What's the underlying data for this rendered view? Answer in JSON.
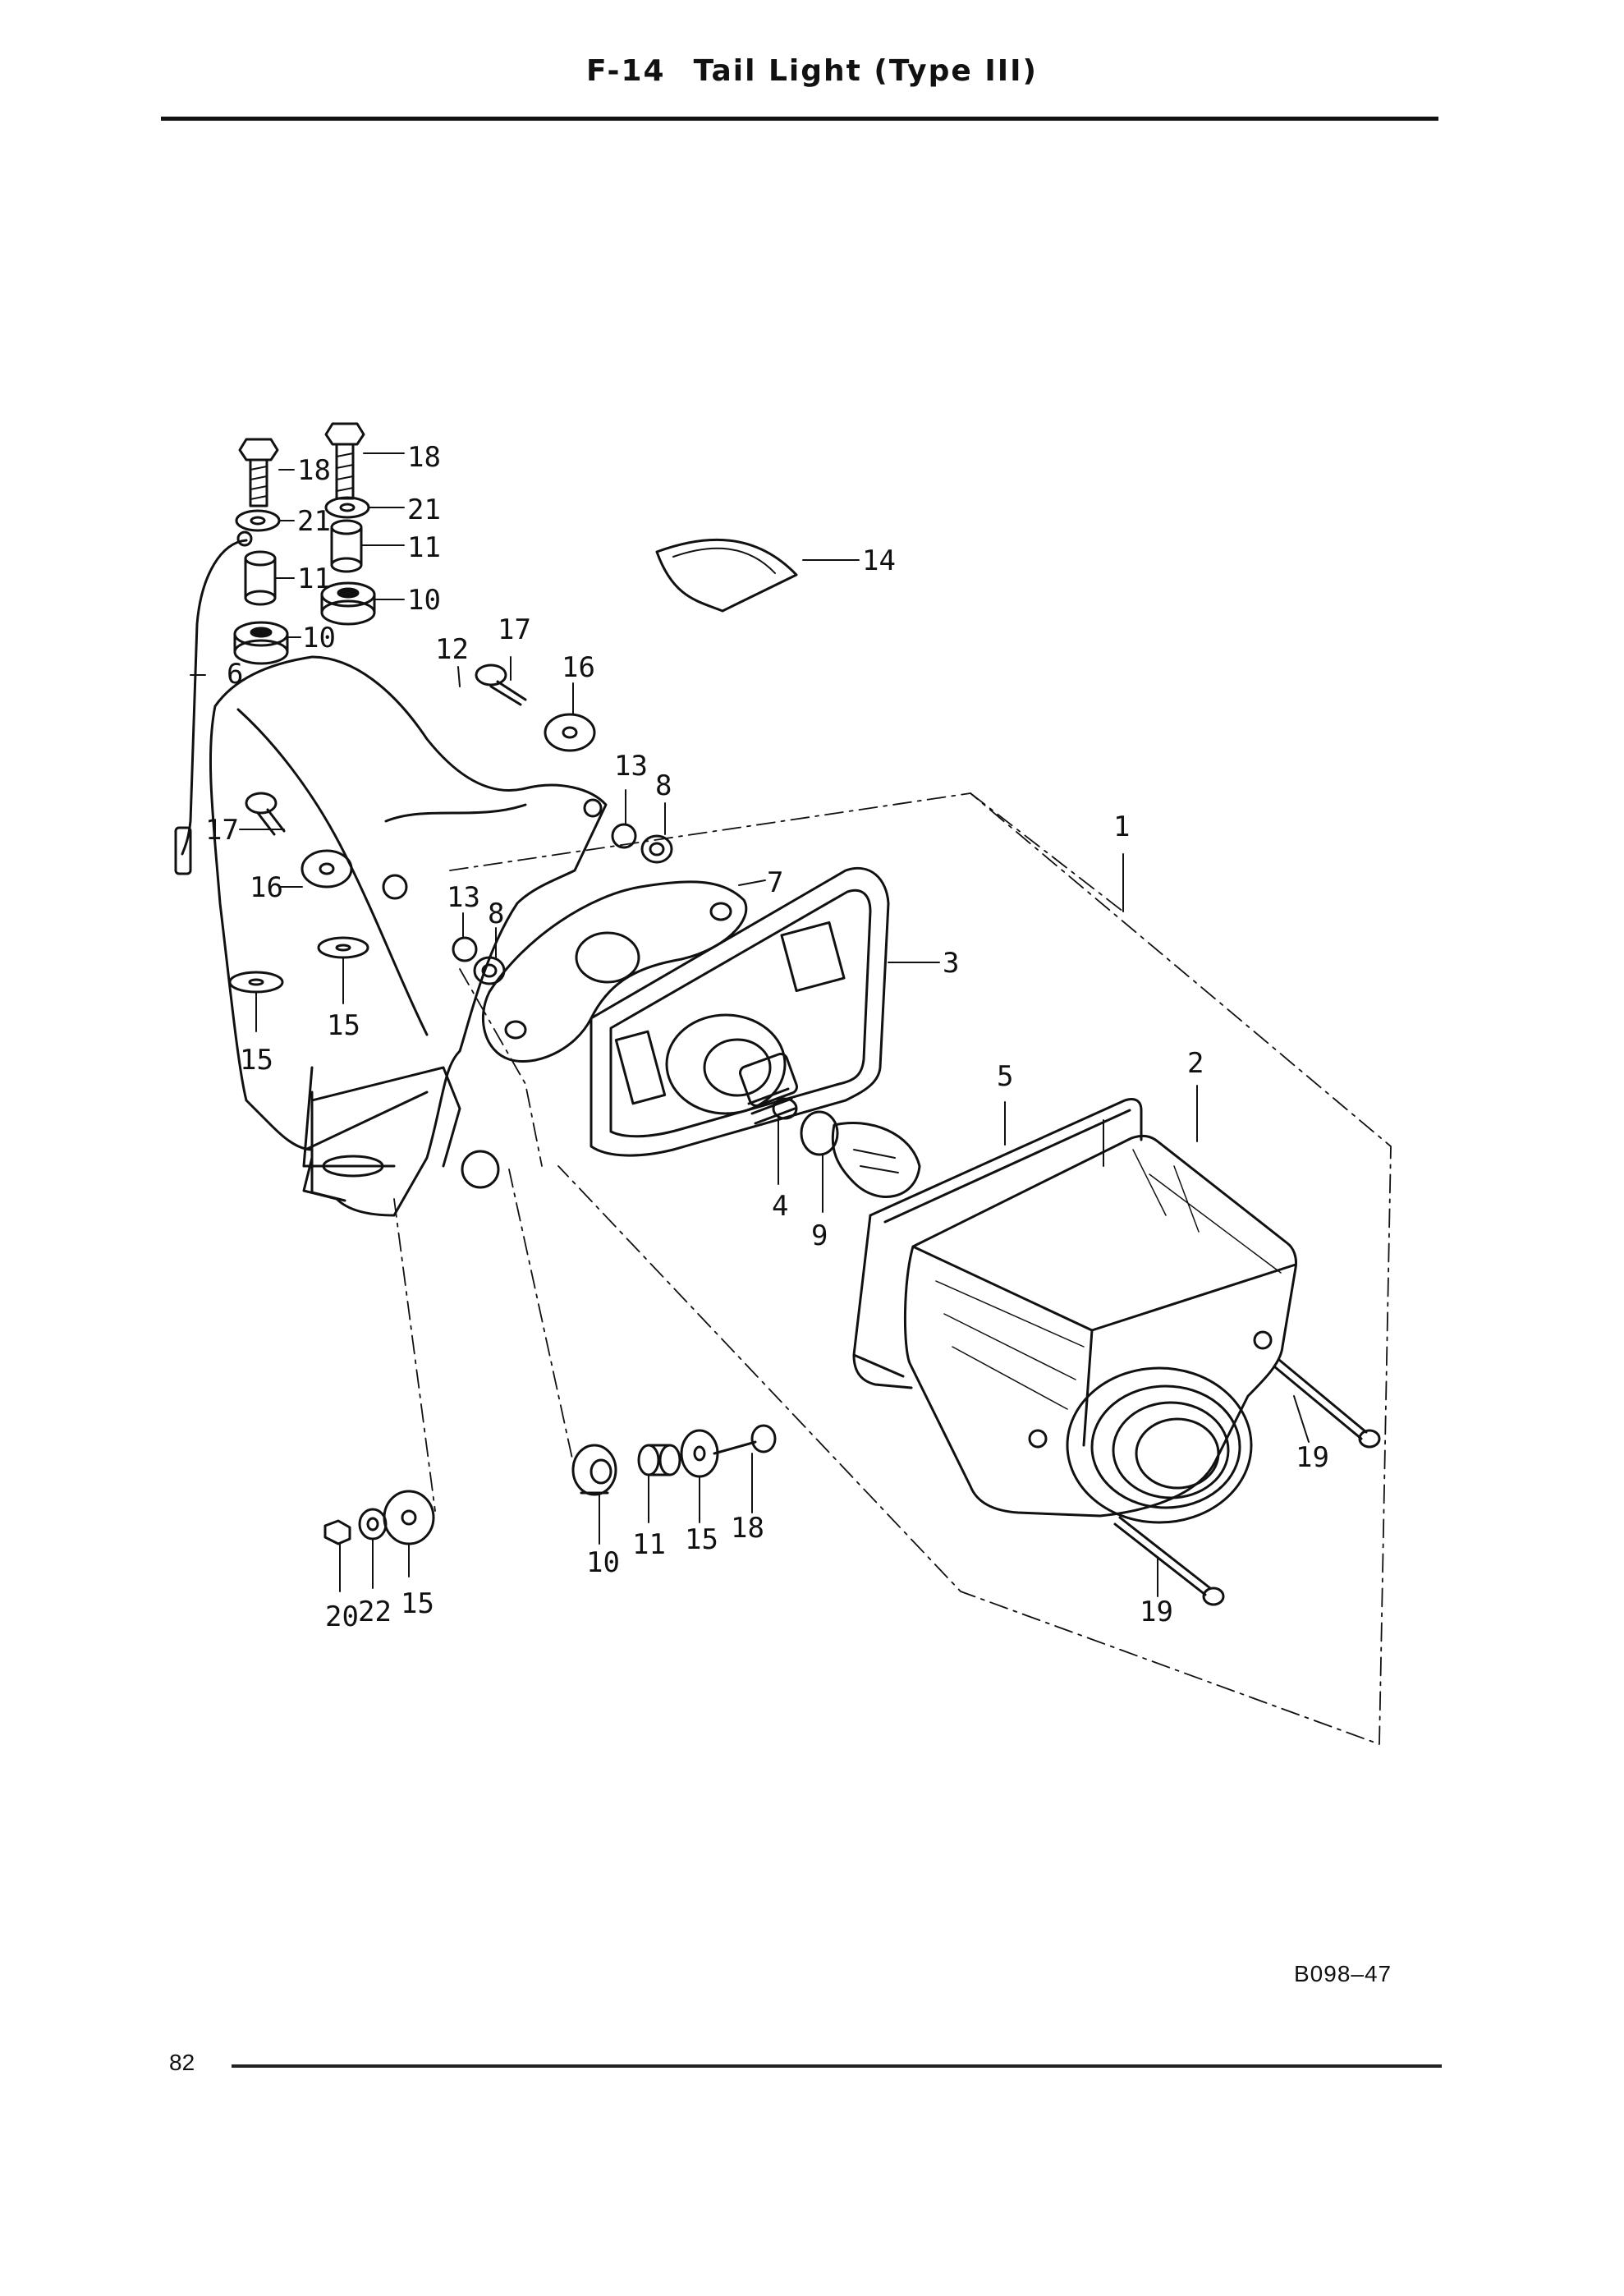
{
  "header": {
    "code": "F-14",
    "title": "Tail Light (Type III)"
  },
  "footer": {
    "page_number": "82",
    "figure_code": "B098–47"
  },
  "callouts": [
    "1",
    "2",
    "3",
    "4",
    "5",
    "6",
    "7",
    "8",
    "9",
    "10",
    "11",
    "12",
    "13",
    "14",
    "15",
    "16",
    "17",
    "18",
    "19",
    "20",
    "21",
    "22"
  ]
}
